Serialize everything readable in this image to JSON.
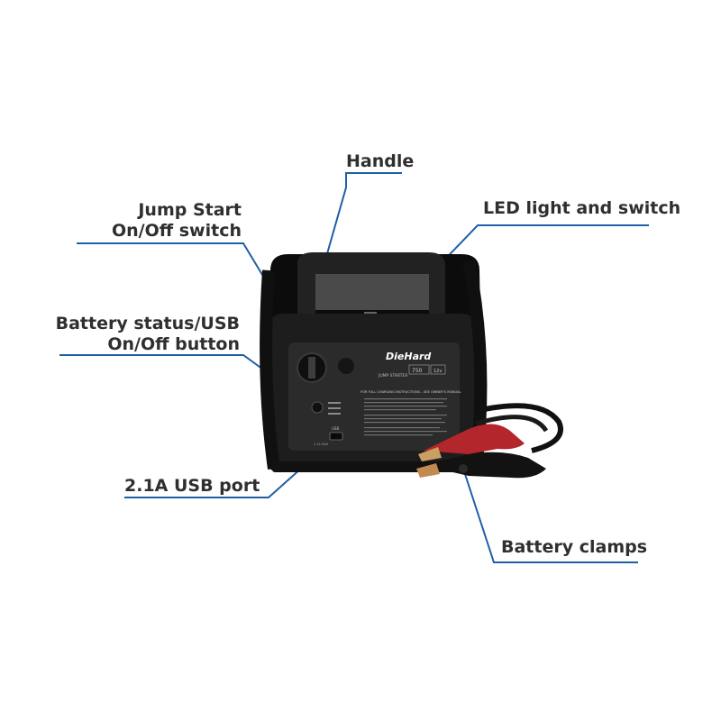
{
  "callouts": {
    "handle": "Handle",
    "led": "LED light and switch",
    "jump_start_line1": "Jump Start",
    "jump_start_line2": "On/Off switch",
    "battery_status_line1": "Battery status/USB",
    "battery_status_line2": "On/Off button",
    "usb_port": "2.1A USB port",
    "battery_clamps": "Battery clamps"
  },
  "device": {
    "brand": "DieHard",
    "product": "JUMP STARTER",
    "amps": "750",
    "volts": "12v",
    "instructions_heading": "FOR FULL CHARGING INSTRUCTIONS – SEE OWNER'S MANUAL",
    "usb_label": "USB",
    "usb_rating": "2.1A MAX"
  },
  "colors": {
    "leader_line": "#1f5fa6",
    "callout_dot": "#4a90e2",
    "label_text": "#2f2f2f",
    "device_body": "#1a1a1a",
    "clamp_red": "#b3262c"
  }
}
